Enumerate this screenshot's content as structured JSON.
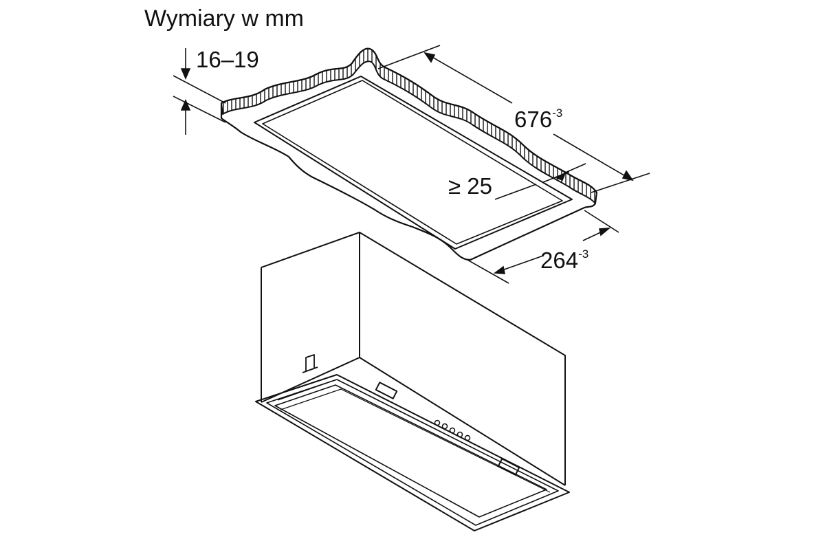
{
  "title": "Wymiary w mm",
  "dimensions": {
    "panel_thickness": "16–19",
    "cutout_length": {
      "value": "676",
      "tolerance": "-3"
    },
    "min_edge_distance": "≥ 25",
    "cutout_width": {
      "value": "264",
      "tolerance": "-3"
    }
  },
  "colors": {
    "line": "#111111",
    "background": "#ffffff"
  }
}
